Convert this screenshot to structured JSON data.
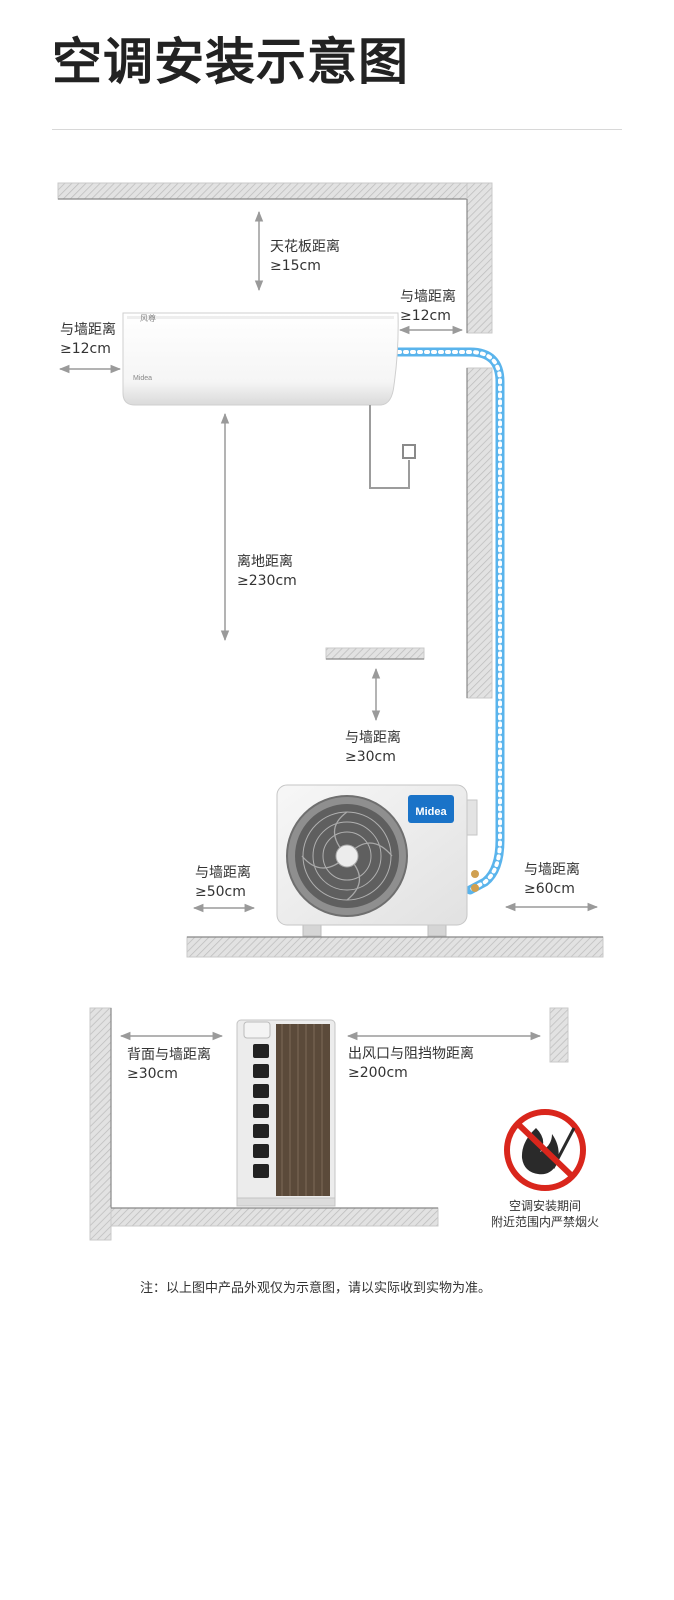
{
  "header": {
    "title": "空调安装示意图"
  },
  "labels": {
    "ceiling": {
      "line1": "天花板距离",
      "line2": "≥15cm"
    },
    "indoor_left": {
      "line1": "与墙距离",
      "line2": "≥12cm"
    },
    "indoor_right": {
      "line1": "与墙距离",
      "line2": "≥12cm"
    },
    "floor_height": {
      "line1": "离地距离",
      "line2": "≥230cm"
    },
    "outdoor_top": {
      "line1": "与墙距离",
      "line2": "≥30cm"
    },
    "outdoor_left": {
      "line1": "与墙距离",
      "line2": "≥50cm"
    },
    "outdoor_right": {
      "line1": "与墙距离",
      "line2": "≥60cm"
    },
    "back_wall": {
      "line1": "背面与墙距离",
      "line2": "≥30cm"
    },
    "outlet": {
      "line1": "出风口与阻挡物距离",
      "line2": "≥200cm"
    }
  },
  "warning": {
    "line1": "空调安装期间",
    "line2": "附近范围内严禁烟火"
  },
  "footnote": "注：以上图中产品外观仅为示意图，请以实际收到实物为准。",
  "brand": {
    "indoor_logo": "风尊",
    "indoor_small": "Midea",
    "outdoor_logo": "Midea"
  },
  "colors": {
    "pipe": "#5ab4ec",
    "wall": "#c8c8c8",
    "prohibit": "#d9261c"
  }
}
